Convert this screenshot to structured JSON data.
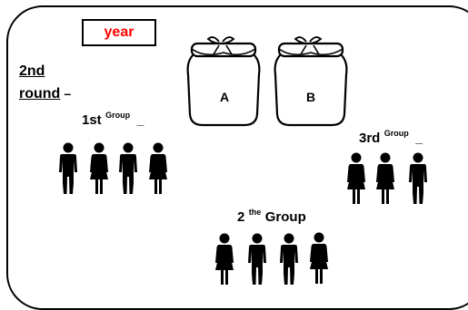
{
  "year_label": "year",
  "round": {
    "line1": "2nd",
    "line2": "round",
    "dash": "–"
  },
  "jars": [
    "A",
    "B"
  ],
  "groups": [
    {
      "num": "1st",
      "sup": "Group",
      "trail": "_"
    },
    {
      "num": "2",
      "sup": "the",
      "word": "Group"
    },
    {
      "num": "3rd",
      "sup": "Group",
      "trail": "_"
    }
  ],
  "colors": {
    "year": "#ff0000",
    "ink": "#000000"
  },
  "icons": [
    "jar-icon",
    "person-icon"
  ]
}
